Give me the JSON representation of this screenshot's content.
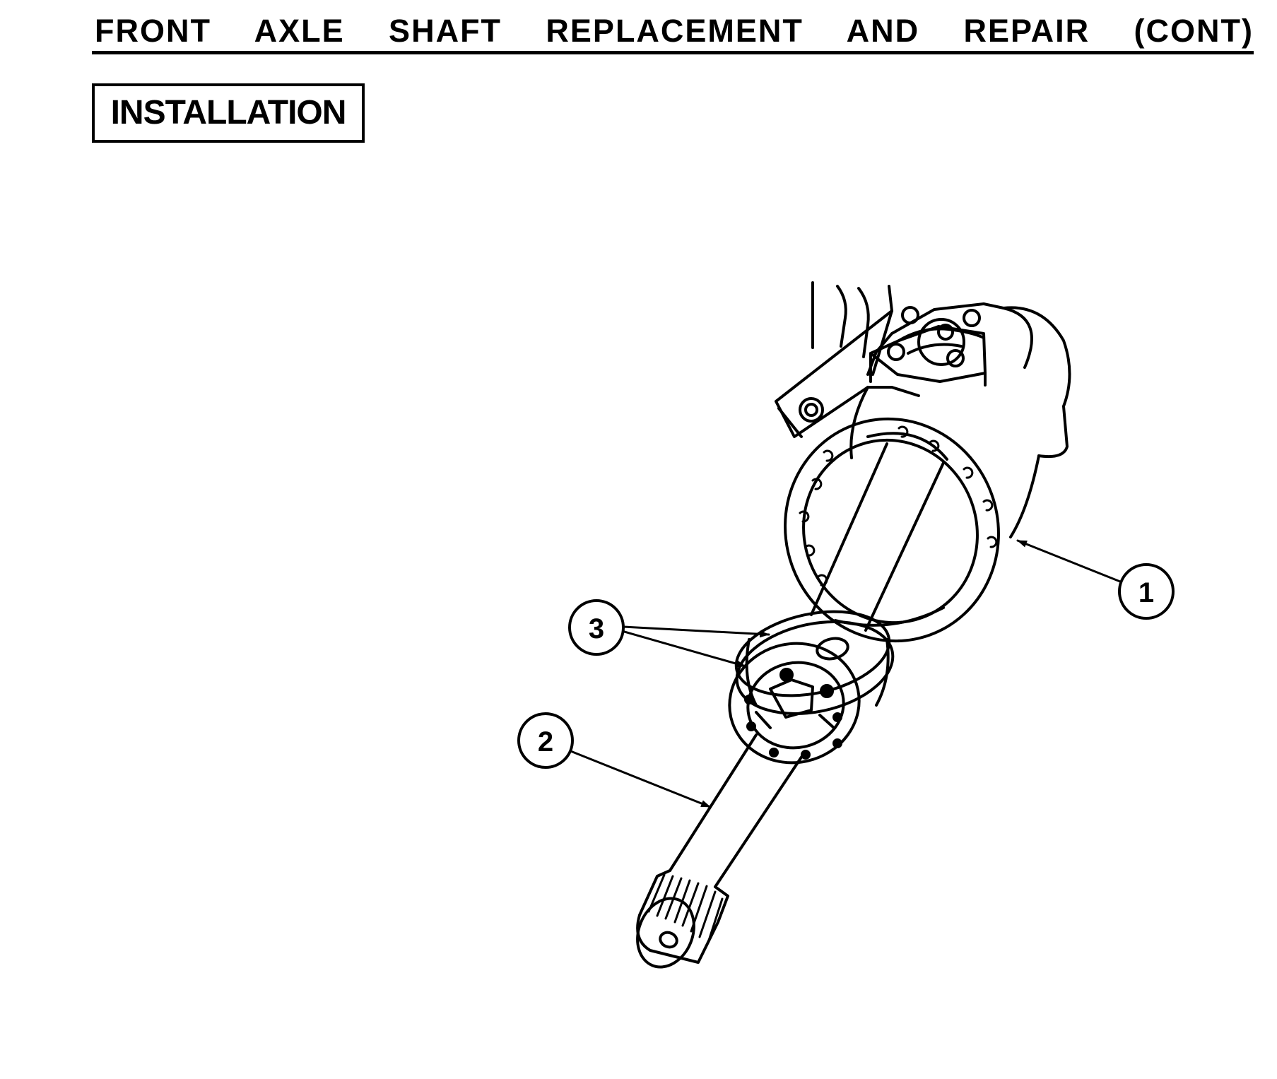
{
  "header": {
    "title": "FRONT AXLE SHAFT REPLACEMENT AND REPAIR (CONT)"
  },
  "section": {
    "label": "INSTALLATION"
  },
  "figure": {
    "callouts": [
      "1",
      "2",
      "3"
    ]
  }
}
